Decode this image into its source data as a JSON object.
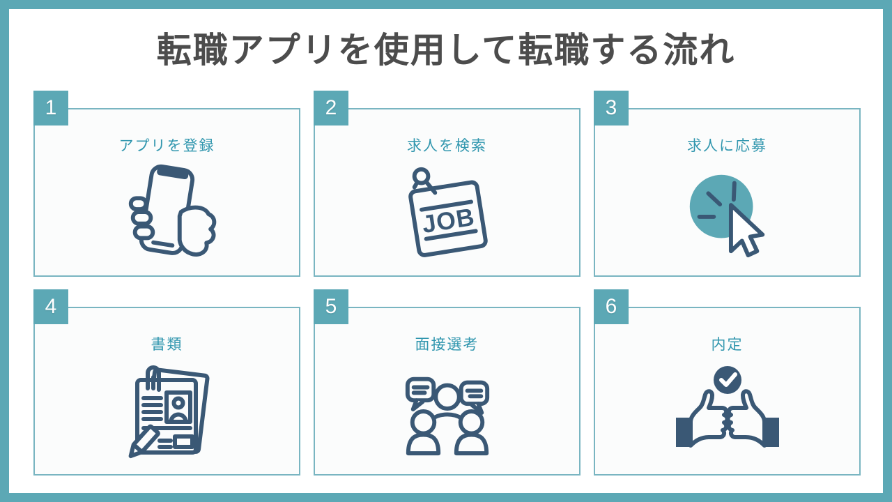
{
  "page": {
    "title": "転職アプリを使用して転職する流れ",
    "colors": {
      "frame_teal": "#5CA8B5",
      "card_border": "#79B5C1",
      "card_background": "#FBFCFC",
      "label_teal": "#3096AE",
      "icon_navy": "#3A5875",
      "title_gray": "#4C4C4C"
    }
  },
  "steps": [
    {
      "number": "1",
      "label": "アプリを登録",
      "icon": "smartphone-in-hand-icon"
    },
    {
      "number": "2",
      "label": "求人を検索",
      "icon": "job-note-icon"
    },
    {
      "number": "3",
      "label": "求人に応募",
      "icon": "click-cursor-icon"
    },
    {
      "number": "4",
      "label": "書類",
      "icon": "resume-document-icon"
    },
    {
      "number": "5",
      "label": "面接選考",
      "icon": "interview-people-icon"
    },
    {
      "number": "6",
      "label": "内定",
      "icon": "double-thumbs-up-icon"
    }
  ],
  "icon_text": {
    "job_note": "JOB"
  }
}
